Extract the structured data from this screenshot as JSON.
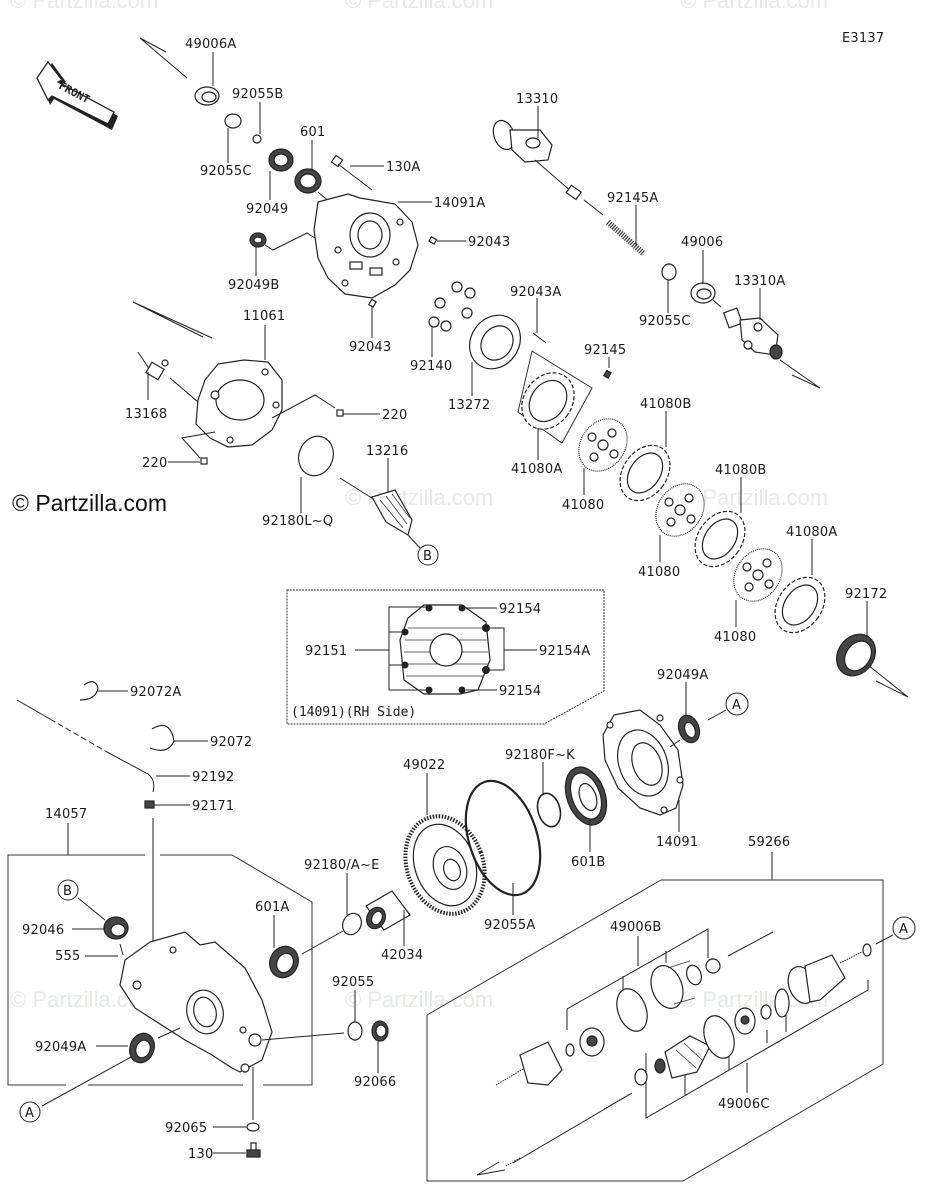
{
  "diagram": {
    "code": "E3137",
    "front_arrow_label": "FRONT",
    "copyright": "© Partzilla.com",
    "watermark": "© Partzilla.com",
    "inset_caption": "(14091)(RH Side)",
    "ref_markers": {
      "a": "A",
      "b": "B"
    }
  },
  "callouts": {
    "p49006A": "49006A",
    "p92055B": "92055B",
    "p92055C_top": "92055C",
    "p601": "601",
    "p130A": "130A",
    "p92049": "92049",
    "p14091A": "14091A",
    "p92043_a": "92043",
    "p92049B": "92049B",
    "p92043_b": "92043",
    "p13310": "13310",
    "p92145A": "92145A",
    "p49006": "49006",
    "p13310A": "13310A",
    "p92055C": "92055C",
    "p92043A": "92043A",
    "p92145": "92145",
    "p92140": "92140",
    "p13272": "13272",
    "p11061": "11061",
    "p13168": "13168",
    "p220_a": "220",
    "p220_b": "220",
    "p41080A_a": "41080A",
    "p41080B_a": "41080B",
    "p41080_a": "41080",
    "p41080B_b": "41080B",
    "p41080_b": "41080",
    "p41080A_b": "41080A",
    "p41080_c": "41080",
    "p92172": "92172",
    "p13216": "13216",
    "p92180LQ": "92180L~Q",
    "p92154_a": "92154",
    "p92151": "92151",
    "p92154A": "92154A",
    "p92154_b": "92154",
    "p92072A": "92072A",
    "p92072": "92072",
    "p92192": "92192",
    "p92171": "92171",
    "p14057": "14057",
    "p92049A_top": "92049A",
    "p92180FK": "92180F~K",
    "p49022": "49022",
    "p14091": "14091",
    "p601B": "601B",
    "p92055A": "92055A",
    "p92180AE": "92180/A~E",
    "p42034": "42034",
    "p601A": "601A",
    "p92046": "92046",
    "p555": "555",
    "p92049A": "92049A",
    "p92055": "92055",
    "p92066": "92066",
    "p92065": "92065",
    "p130": "130",
    "p59266": "59266",
    "p49006B": "49006B",
    "p49006C": "49006C"
  }
}
